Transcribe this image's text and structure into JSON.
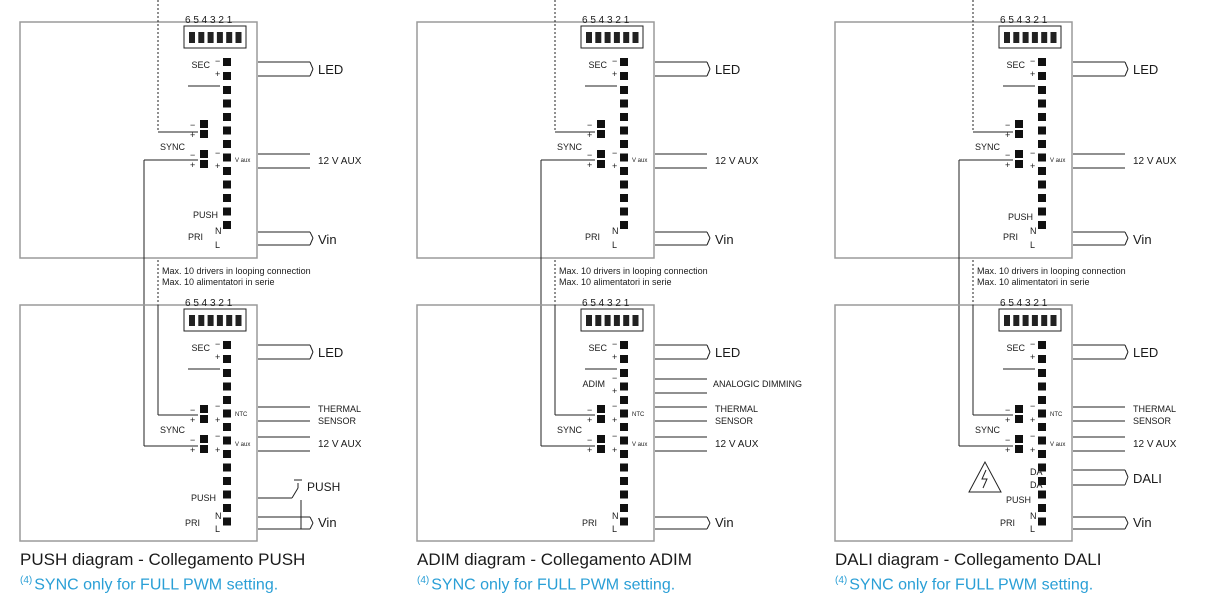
{
  "colors": {
    "line": "#222222",
    "box": "#9a9a9a",
    "accent": "#2a9fd6"
  },
  "labels": {
    "dip": "6 5 4 3 2 1",
    "sec": "SEC",
    "pri": "PRI",
    "sync": "SYNC",
    "push": "PUSH",
    "adim": "ADIM",
    "da": "DA",
    "n": "N",
    "l": "L",
    "minus": "−",
    "plus": "+",
    "vaux": "V aux",
    "ntc": "NTC",
    "led": "LED",
    "aux12": "12 V AUX",
    "vin": "Vin",
    "thermal": "THERMAL",
    "sensor": "SENSOR",
    "analog_dimming": "ANALOGIC DIMMING",
    "dali": "DALI",
    "push_switch": "PUSH",
    "looping_line1": "Max. 10 drivers in looping connection",
    "looping_line2": "Max. 10 alimentatori in serie"
  },
  "diagrams": [
    {
      "title": "PUSH diagram - Collegamento PUSH",
      "note_sup": "(4)",
      "note": "SYNC only for FULL PWM setting."
    },
    {
      "title": "ADIM diagram - Collegamento ADIM",
      "note_sup": "(4)",
      "note": "SYNC only for FULL PWM setting."
    },
    {
      "title": "DALI diagram - Collegamento DALI",
      "note_sup": "(4)",
      "note": "SYNC only for FULL PWM setting."
    }
  ]
}
